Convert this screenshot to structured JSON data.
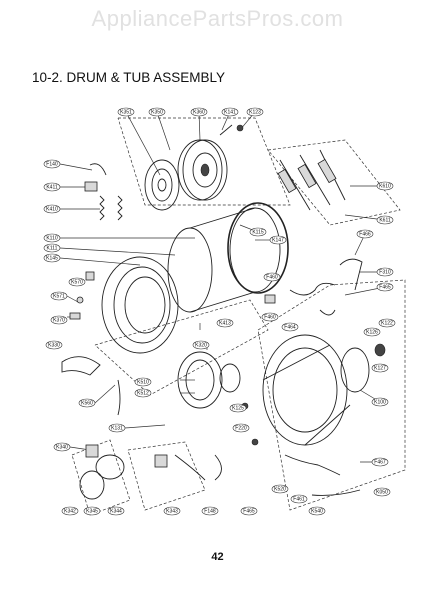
{
  "watermark": "AppliancePartsPros.com",
  "section_title": "10-2. DRUM & TUB ASSEMBLY",
  "page_number": "42",
  "callouts": {
    "k351": "K351",
    "k350": "K350",
    "k360": "K360",
    "k141": "K141",
    "k123": "K123",
    "f140": "F140",
    "k411": "K411",
    "k410": "K410",
    "k610": "K610",
    "k611": "K611",
    "k115": "K115",
    "k110": "K110",
    "k111": "K111",
    "k147": "K147",
    "k145": "K145",
    "f466": "F466",
    "f310": "F310",
    "k570": "K570",
    "k571": "K571",
    "f465": "F465",
    "k370": "K370",
    "f460": "F460",
    "f464": "F464",
    "k413": "K413",
    "k122": "K122",
    "k126": "K126",
    "k320": "K320",
    "k127": "K127",
    "k330": "K330",
    "k510": "K510",
    "k512": "K512",
    "k125": "K125",
    "k100": "K100",
    "k560": "K560",
    "k131": "K131",
    "f220": "F220",
    "k340": "K340",
    "f467": "F467",
    "k520": "K520",
    "f461": "F461",
    "k050": "K050",
    "k540": "K540",
    "k342": "K342",
    "k345": "K345",
    "k344": "K344",
    "k343": "K343",
    "f148": "F148",
    "f465b": "F465"
  }
}
